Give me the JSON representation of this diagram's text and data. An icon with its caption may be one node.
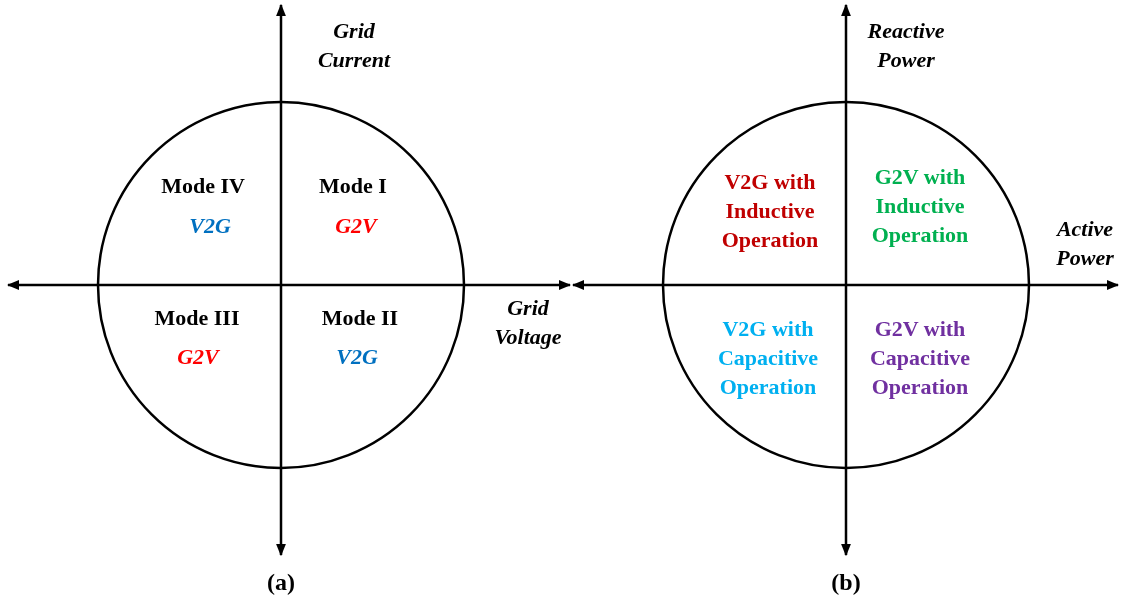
{
  "diagram": {
    "labels": [
      "Grid Current",
      "Mode IV",
      "V2G",
      "Mode I",
      "G2V",
      "Grid Voltage",
      "Mode III",
      "G2V",
      "Mode II",
      "V2G",
      "(a)",
      "Reactive Power",
      "V2G with Inductive Operation",
      "G2V with Inductive Operation",
      "Active Power",
      "V2G with Capacitive Operation",
      "G2V with Capacitive Operation",
      "(b)"
    ]
  }
}
